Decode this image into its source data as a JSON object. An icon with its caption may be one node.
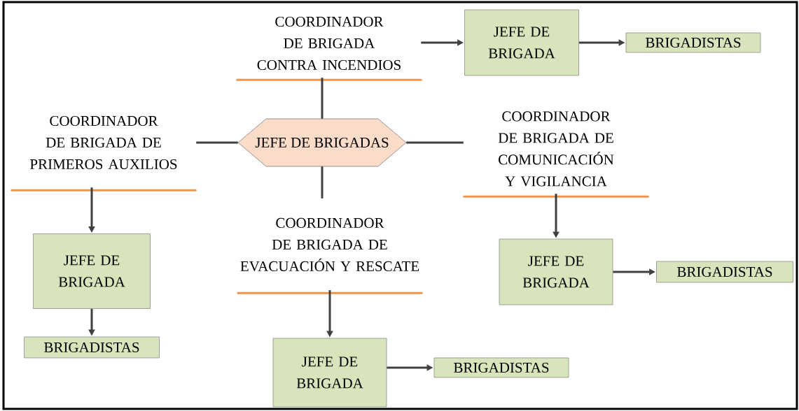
{
  "diagram": {
    "nodes": [
      {
        "text": [
          "COORDINADOR DE BRIGADA CONTRA INCENDIOS"
        ]
      },
      {
        "text": [
          "JEFE DE BRIGADA"
        ]
      },
      {
        "text": [
          "BRIGADISTAS"
        ]
      },
      {
        "text": [
          "COORDINADOR DE BRIGADA DE PRIMEROS AUXILIOS"
        ]
      },
      {
        "text": [
          "JEFE DE BRIGADAS"
        ]
      },
      {
        "text": [
          "COORDINADOR DE BRIGADA DE COMUNICACIÓN Y VIGILANCIA"
        ]
      },
      {
        "text": [
          "COORDINADOR DE BRIGADA DE EVACUACIÓN Y RESCATE"
        ]
      },
      {
        "text": [
          "JEFE DE BRIGADA"
        ]
      },
      {
        "text": [
          "BRIGADISTAS"
        ]
      },
      {
        "text": [
          "JEFE DE BRIGADA"
        ]
      },
      {
        "text": [
          "BRIGADISTAS"
        ]
      },
      {
        "text": [
          "JEFE DE BRIGADA"
        ]
      },
      {
        "text": [
          "BRIGADISTAS"
        ]
      }
    ],
    "edges": [
      {
        "from": 0,
        "to": 1,
        "arrow": "to"
      },
      {
        "from": 1,
        "to": 2,
        "arrow": "to"
      },
      {
        "from": 4,
        "to": 0,
        "arrow": "none"
      },
      {
        "from": 4,
        "to": 3,
        "arrow": "none"
      },
      {
        "from": 4,
        "to": 5,
        "arrow": "none"
      },
      {
        "from": 4,
        "to": 6,
        "arrow": "none"
      },
      {
        "from": 3,
        "to": 7,
        "arrow": "to"
      },
      {
        "from": 7,
        "to": 8,
        "arrow": "to"
      },
      {
        "from": 5,
        "to": 9,
        "arrow": "to"
      },
      {
        "from": 9,
        "to": 10,
        "arrow": "to"
      },
      {
        "from": 6,
        "to": 11,
        "arrow": "to"
      },
      {
        "from": 11,
        "to": 12,
        "arrow": "to"
      }
    ]
  }
}
